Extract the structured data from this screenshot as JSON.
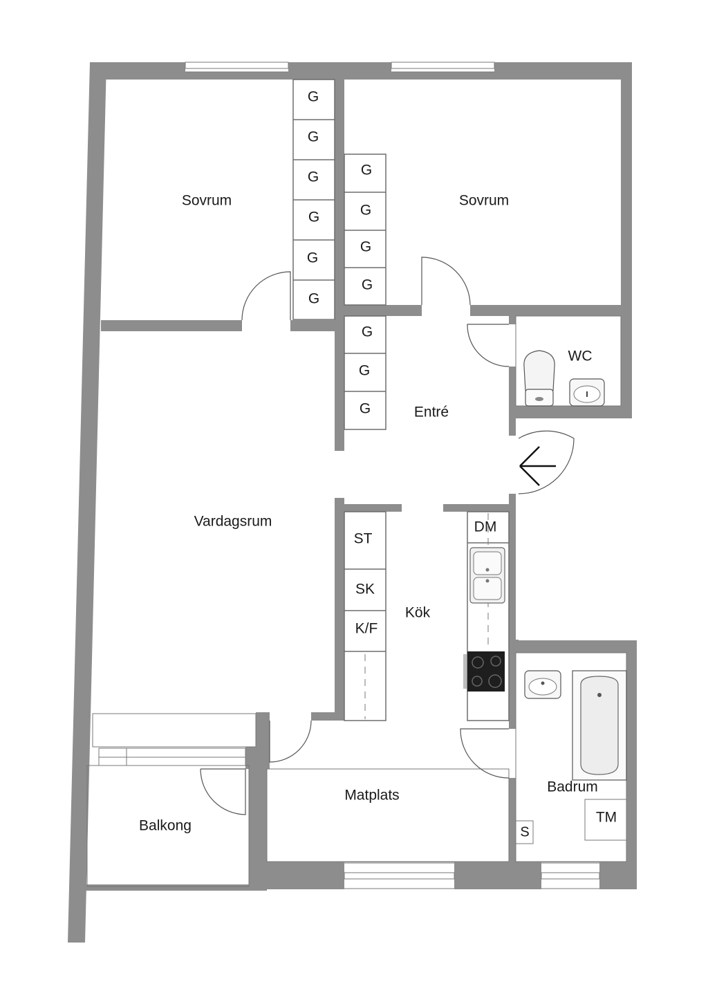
{
  "rooms": {
    "bedroom_left": "Sovrum",
    "bedroom_right": "Sovrum",
    "wc": "WC",
    "entry": "Entré",
    "living": "Vardagsrum",
    "kitchen": "Kök",
    "dining": "Matplats",
    "balcony": "Balkong",
    "bathroom": "Badrum"
  },
  "cabinets": {
    "wardrobe": "G",
    "freezer": "ST",
    "cupboard": "SK",
    "fridge_freezer": "K/F",
    "dishwasher": "DM",
    "washing_machine": "TM",
    "bath_cabinet": "S"
  },
  "colors": {
    "wall": "#8d8d8d",
    "line": "#6d6d6d",
    "stove": "#1e1e1e"
  }
}
